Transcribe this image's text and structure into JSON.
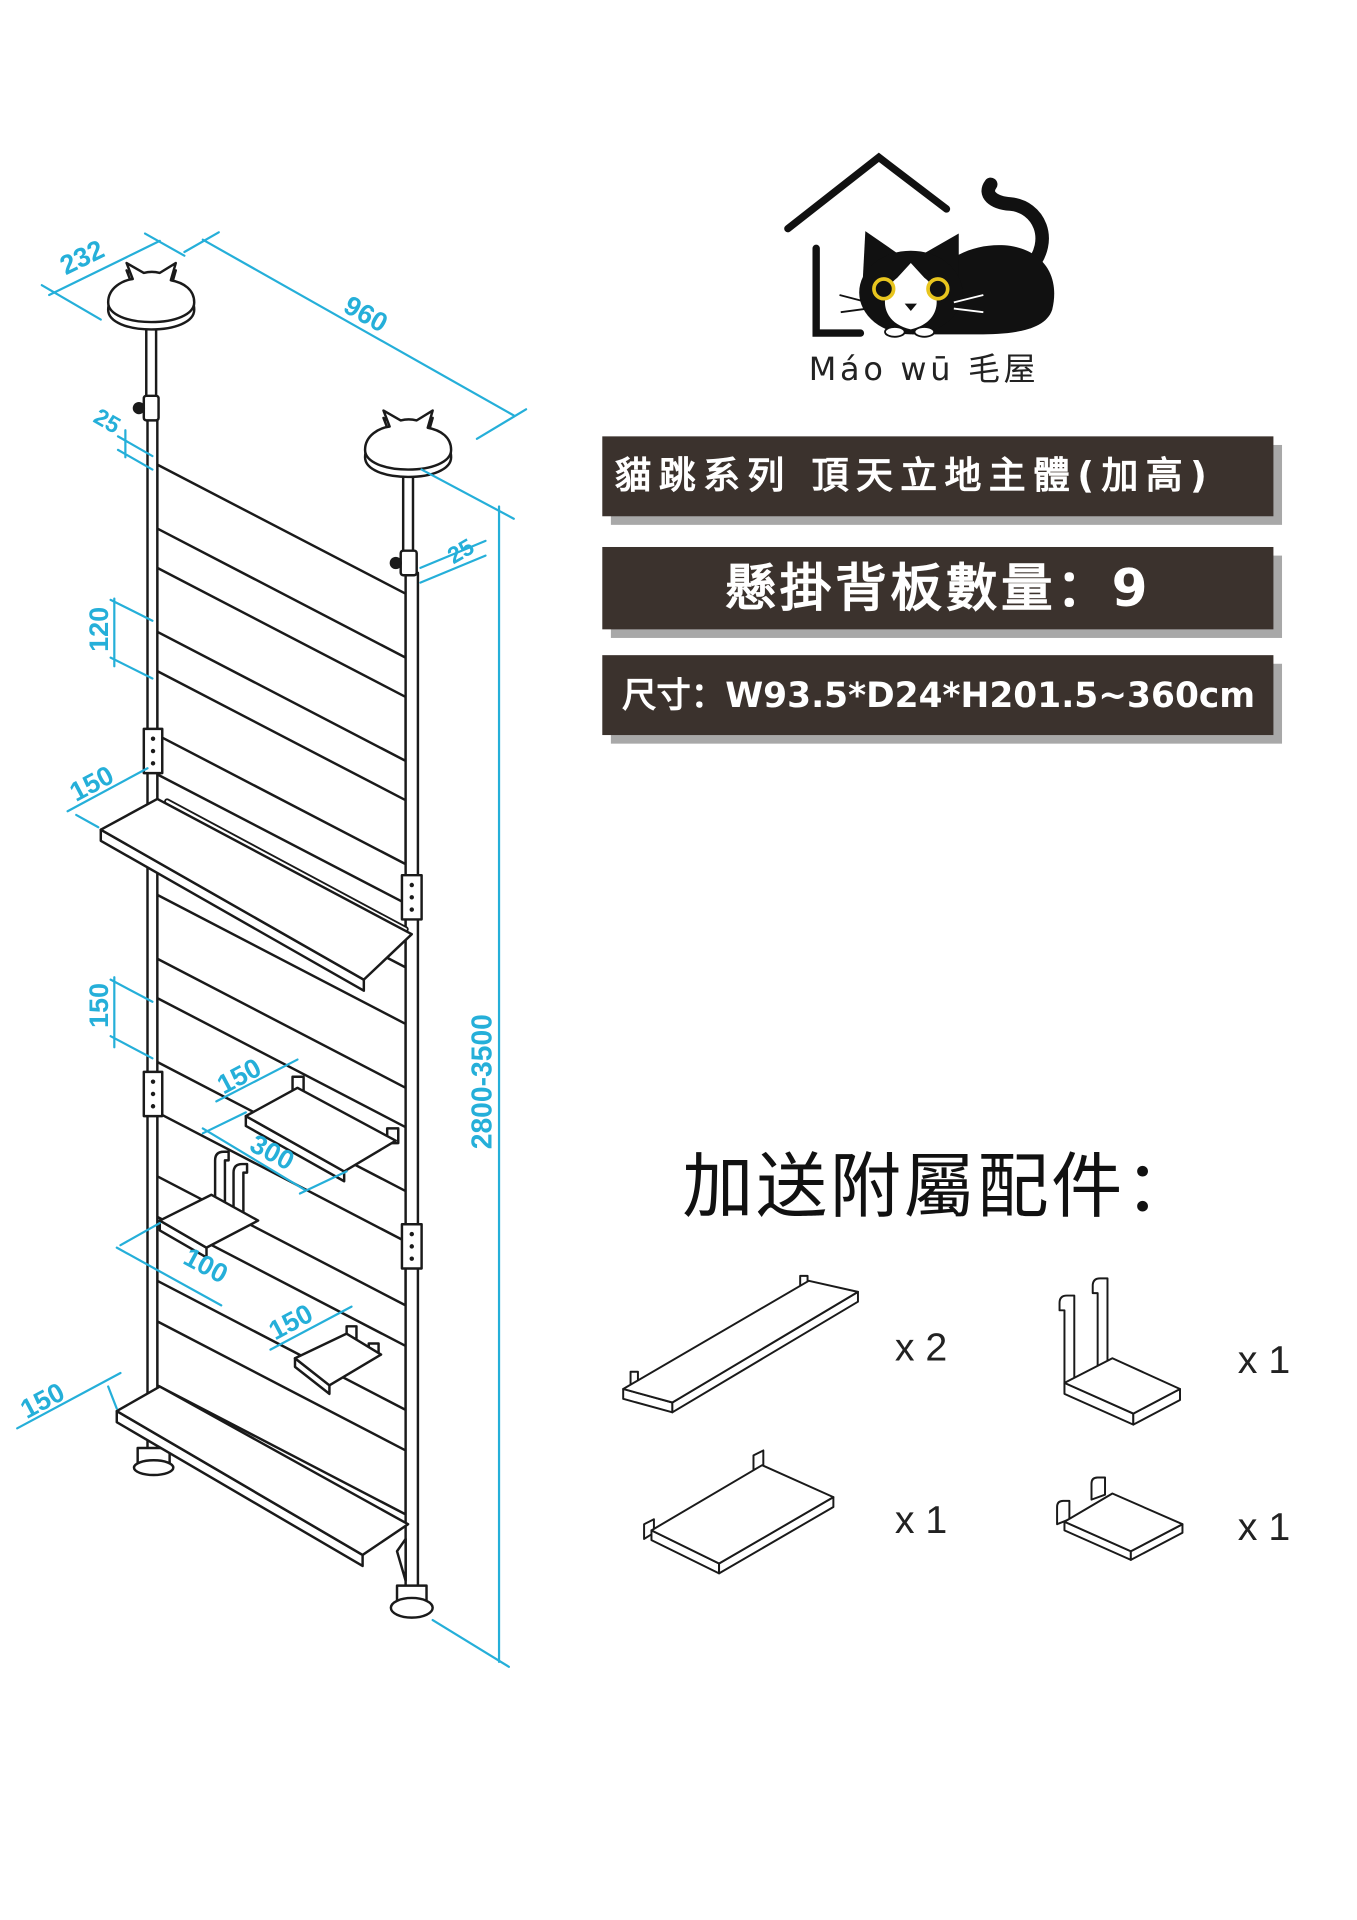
{
  "brand": {
    "name": "Máo wū 毛屋",
    "logo_icon": "house-with-cat-logo-icon"
  },
  "banners": {
    "series_title": "貓跳系列 頂天立地主體(加高)",
    "panel_count": "懸掛背板數量：9",
    "dimensions": "尺寸：W93.5*D24*H201.5~360cm"
  },
  "drawing": {
    "icon": "cat-climbing-frame-diagram-icon",
    "dimension_labels": {
      "depth": "232",
      "width": "960",
      "top_offset_left": "25",
      "top_offset_right": "25",
      "panel_spacing": "120",
      "main_shelf": "150",
      "shelf_spacing": "150",
      "step_shelf": "150",
      "step_shelf_depth": "300",
      "hook_step": "100",
      "small_step": "150",
      "bottom_shelf": "150",
      "height": "2800-3500"
    }
  },
  "accessories": {
    "title": "加送附屬配件：",
    "items": [
      {
        "icon": "long-board-shelf-icon",
        "count": "x 2"
      },
      {
        "icon": "hook-step-shelf-icon",
        "count": "x 1"
      },
      {
        "icon": "rectangular-shelf-icon",
        "count": "x 1"
      },
      {
        "icon": "small-step-shelf-icon",
        "count": "x 1"
      }
    ]
  },
  "colors": {
    "banner_background": "#3b322d",
    "banner_shadow": "#a8a8a8",
    "banner_text": "#ffffff",
    "dimension_line": "#25afd9",
    "line_art": "#1a1a1a",
    "cat_eye": "#e8c51e"
  }
}
